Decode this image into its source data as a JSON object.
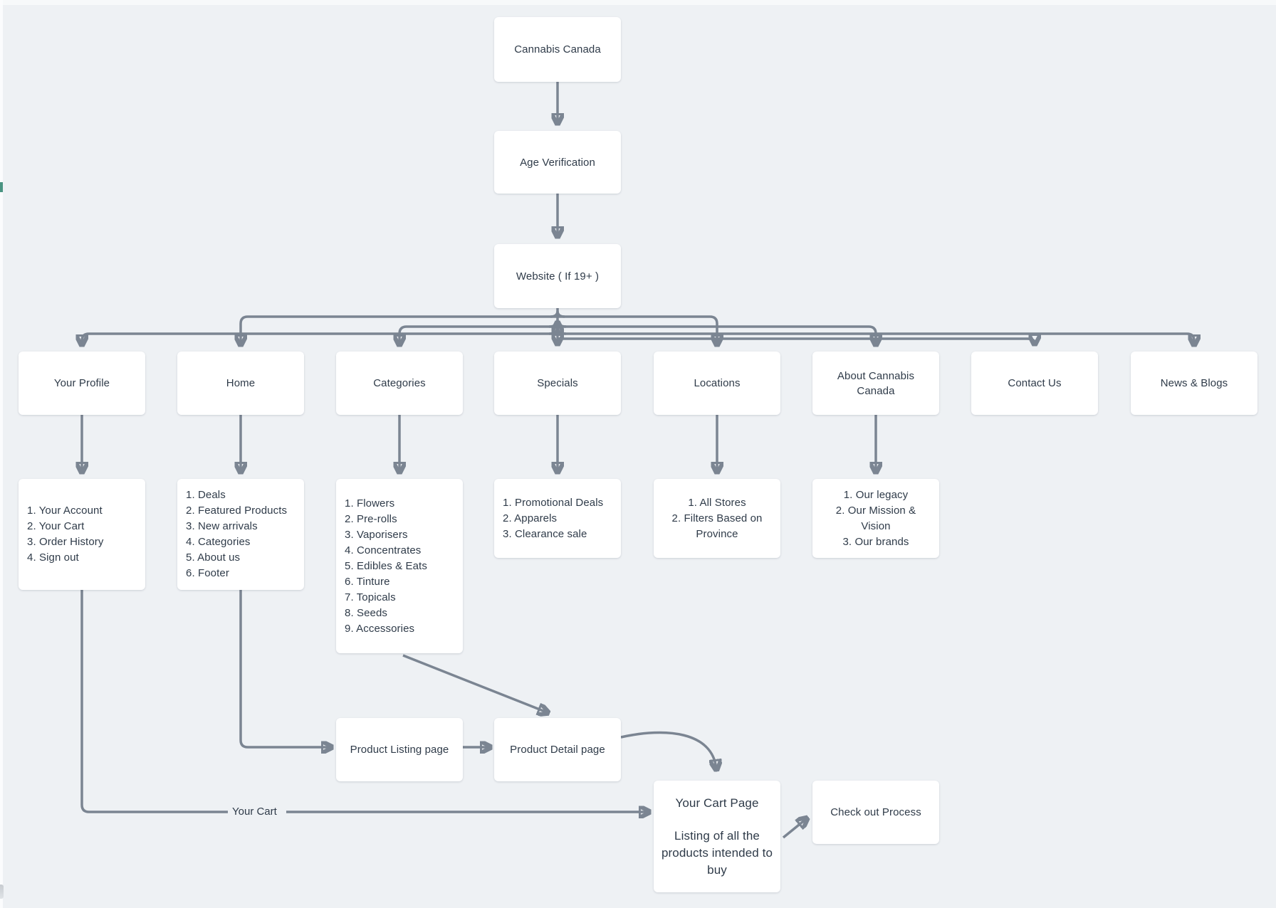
{
  "page": {
    "title": "Cannabis Canada sitemap flowchart",
    "background": "#eef1f4"
  },
  "palette": {
    "node_bg": "#ffffff",
    "text": "#2f3b49",
    "connector": "#7b8592",
    "left_edge_strip": "#fbfcfd",
    "teal_marker": "#4a9482",
    "gray_marker": "#c7cbd0"
  },
  "flow": {
    "root": {
      "label": "Cannabis Canada"
    },
    "age_verification": {
      "label": "Age Verification"
    },
    "website": {
      "label": "Website ( If 19+ )"
    },
    "nav": [
      {
        "label": "Your Profile",
        "items": [
          "1. Your Account",
          "2. Your Cart",
          "3. Order History",
          "4. Sign out"
        ]
      },
      {
        "label": "Home",
        "items": [
          "1. Deals",
          "2. Featured Products",
          "3. New arrivals",
          "4. Categories",
          "5. About us",
          "6. Footer"
        ]
      },
      {
        "label": "Categories",
        "items": [
          "1. Flowers",
          "2. Pre-rolls",
          "3. Vaporisers",
          "4. Concentrates",
          "5. Edibles & Eats",
          "6. Tinture",
          "7. Topicals",
          "8. Seeds",
          "9. Accessories"
        ]
      },
      {
        "label": "Specials",
        "items": [
          "1. Promotional Deals",
          "2. Apparels",
          "3. Clearance sale"
        ]
      },
      {
        "label": "Locations",
        "items": [
          "1. All Stores",
          "2. Filters Based on Province"
        ]
      },
      {
        "label": "About Cannabis Canada",
        "items": [
          "1. Our legacy",
          "2. Our Mission & Vision",
          "3. Our brands"
        ]
      },
      {
        "label": "Contact Us"
      },
      {
        "label": "News & Blogs"
      }
    ],
    "product_listing": {
      "label": "Product Listing page"
    },
    "product_detail": {
      "label": "Product Detail page"
    },
    "your_cart_page": {
      "title": "Your Cart Page",
      "description": "Listing of all the products intended to buy"
    },
    "checkout": {
      "label": "Check out Process"
    },
    "edge_labels": {
      "your_cart": "Your Cart"
    }
  }
}
